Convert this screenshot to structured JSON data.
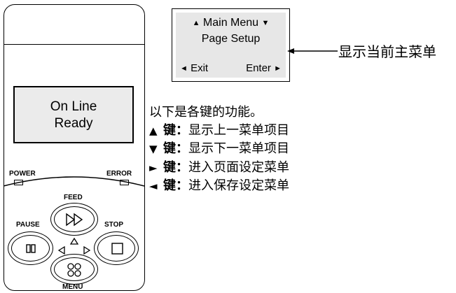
{
  "device": {
    "lcd": {
      "line1": "On Line",
      "line2": "Ready"
    },
    "leds": {
      "power_label": "POWER",
      "error_label": "ERROR"
    },
    "buttons": {
      "feed_label": "FEED",
      "pause_label": "PAUSE",
      "stop_label": "STOP",
      "menu_label": "MENU"
    }
  },
  "menu_screen": {
    "up_symbol": "▲",
    "down_symbol": "▼",
    "title": "Main Menu",
    "item": "Page Setup",
    "left_symbol": "◄",
    "exit_label": "Exit",
    "enter_label": "Enter",
    "right_symbol": "►"
  },
  "callout": {
    "text": "显示当前主菜单"
  },
  "description": {
    "heading": "以下是各键的功能。",
    "rows": [
      {
        "symbol": "▲",
        "key": "键",
        "sep": "：",
        "text": "显示上一菜单项目"
      },
      {
        "symbol": "▼",
        "key": "键",
        "sep": "：",
        "text": "显示下一菜单项目"
      },
      {
        "symbol": "►",
        "key": "键",
        "sep": "：",
        "text": "进入页面设定菜单"
      },
      {
        "symbol": "◄",
        "key": "键",
        "sep": "：",
        "text": "进入保存设定菜单"
      }
    ]
  },
  "colors": {
    "lcd_bg": "#ebebeb",
    "menu_bg": "#e7e7e7",
    "stroke": "#000000"
  }
}
